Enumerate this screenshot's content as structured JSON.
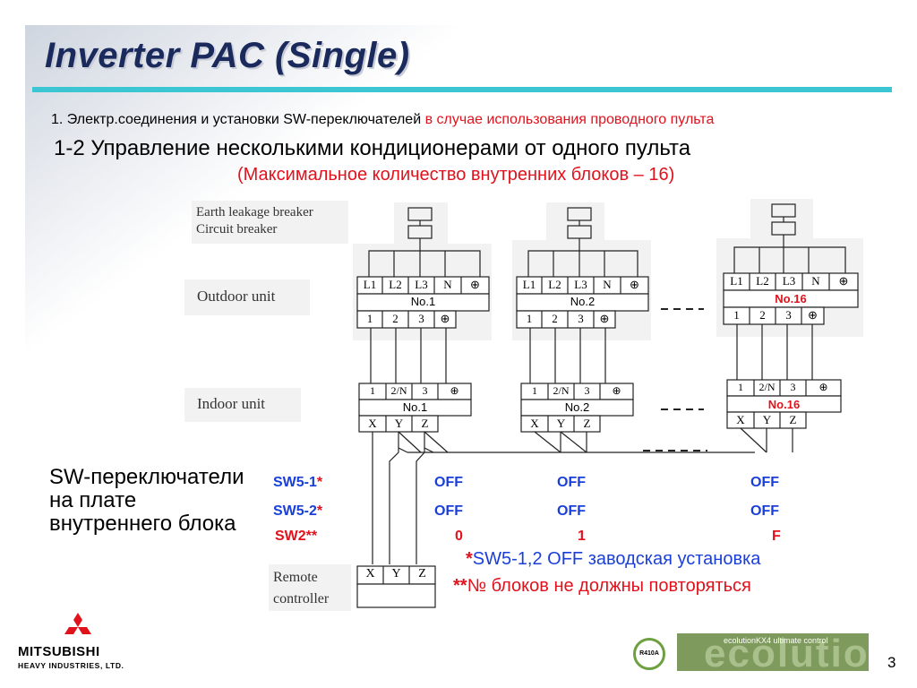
{
  "title": "Inverter PAC (Single)",
  "subtitle1": {
    "black": "1. Электр.соединения и установки SW-переключателей ",
    "red": "в случае использования проводного пульта"
  },
  "subtitle2": "1-2 Управление несколькими кондиционерами от одного пульта",
  "subtitle3": "(Максимальное  количество внутренних блоков – 16)",
  "labels": {
    "breaker_line1": "Earth leakage breaker",
    "breaker_line2": "Circuit breaker",
    "outdoor": "Outdoor unit",
    "indoor": "Indoor unit",
    "remote_line1": "Remote",
    "remote_line2": "controller"
  },
  "outdoor_terminals_top": [
    "L1",
    "L2",
    "L3",
    "N",
    "⊕"
  ],
  "outdoor_terminals_bottom": [
    "1",
    "2",
    "3",
    "⊕"
  ],
  "indoor_terminals_top": [
    "1",
    "2/N",
    "3",
    "⊕"
  ],
  "indoor_terminals_bottom": [
    "X",
    "Y",
    "Z"
  ],
  "remote_terminals": [
    "X",
    "Y",
    "Z"
  ],
  "units": [
    {
      "outdoor": "No.1",
      "indoor": "No.1"
    },
    {
      "outdoor": "No.2",
      "indoor": "No.2"
    },
    {
      "outdoor": "No.16",
      "indoor": "No.16"
    }
  ],
  "sw_label": "SW-переключатели на плате внутреннего блока",
  "sw_rows": [
    {
      "label": "SW5-1",
      "mark": "*",
      "values": [
        "OFF",
        "OFF",
        "OFF"
      ]
    },
    {
      "label": "SW5-2",
      "mark": "*",
      "values": [
        "OFF",
        "OFF",
        "OFF"
      ]
    },
    {
      "label": "SW2",
      "mark": "**",
      "values": [
        "0",
        "1",
        "F"
      ]
    }
  ],
  "note1": {
    "mark": "*",
    "text": "SW5-1,2 OFF заводская установка"
  },
  "note2": {
    "mark": "**",
    "text": "№ блоков не должны повторяться"
  },
  "brand": "MITSUBISHI",
  "brand_sub": "HEAVY INDUSTRIES, LTD.",
  "eco_small": "ecolutionKX4 ultimate control",
  "eco_big": "ecolution",
  "r410": "R410A",
  "page_number": "3",
  "colors": {
    "title": "#1b2a5c",
    "accent_red": "#e0121c",
    "accent_blue": "#1a3fd8",
    "header_line": "#3cc6d4"
  }
}
